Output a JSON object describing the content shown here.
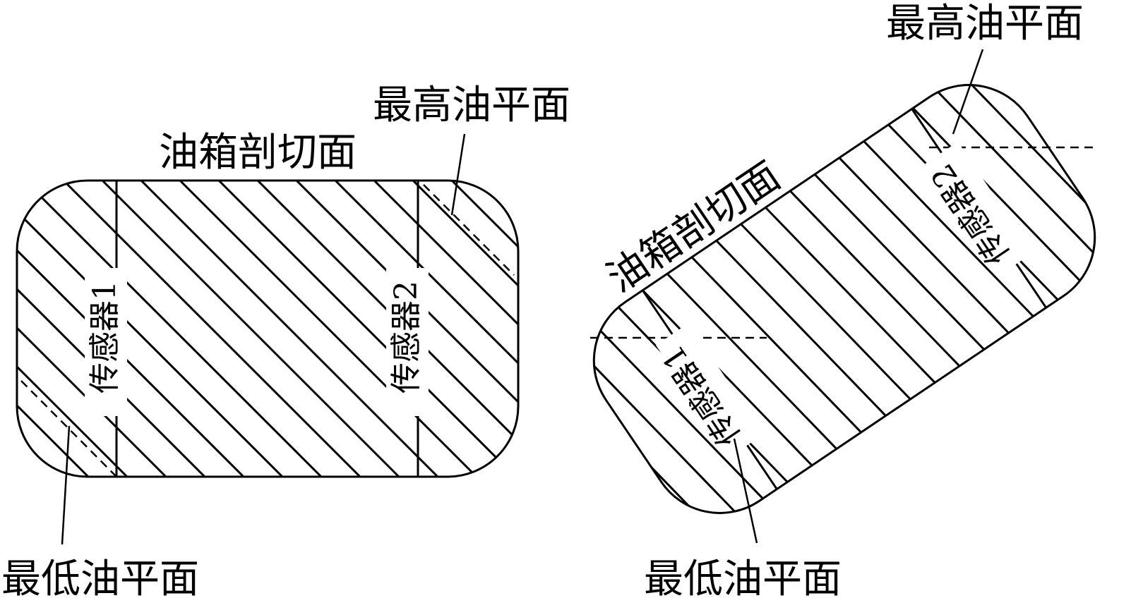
{
  "left_diagram": {
    "section_label": "油箱剖切面",
    "max_oil_label": "最高油平面",
    "min_oil_label": "最低油平面",
    "sensor1_label": "传感器1",
    "sensor2_label": "传感器2"
  },
  "right_diagram": {
    "section_label": "油箱剖切面",
    "max_oil_label": "最高油平面",
    "min_oil_label": "最低油平面",
    "sensor1_label": "传感器1",
    "sensor2_label": "传感器2"
  },
  "colors": {
    "stroke": "#000000",
    "background": "#ffffff"
  }
}
